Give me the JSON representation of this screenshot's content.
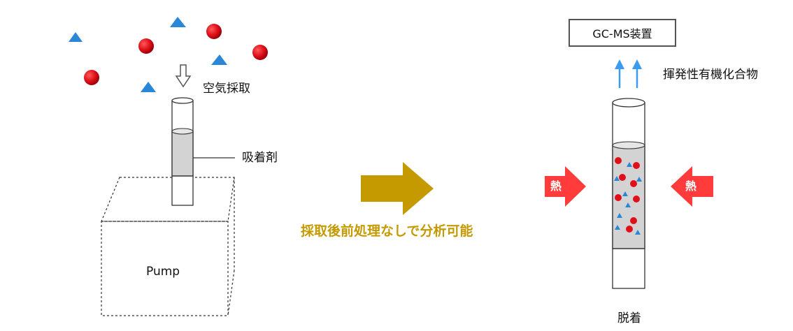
{
  "labels": {
    "air_sampling": "空気採取",
    "adsorbent": "吸着剤",
    "pump": "Pump",
    "caption": "採取後前処理なしで分析可能",
    "instrument": "GC-MS装置",
    "vocs": "揮発性有機化合物",
    "heat_left": "熱",
    "heat_right": "熱",
    "desorption": "脱着"
  },
  "colors": {
    "particle_red": "#e0101a",
    "particle_blue": "#2a86d6",
    "process_arrow": "#c49a00",
    "heat_arrow": "#ff3b3b",
    "vapor_arrow": "#3a9cf0",
    "adsorbent_fill": "#d3d3d3",
    "outline": "#333333"
  }
}
